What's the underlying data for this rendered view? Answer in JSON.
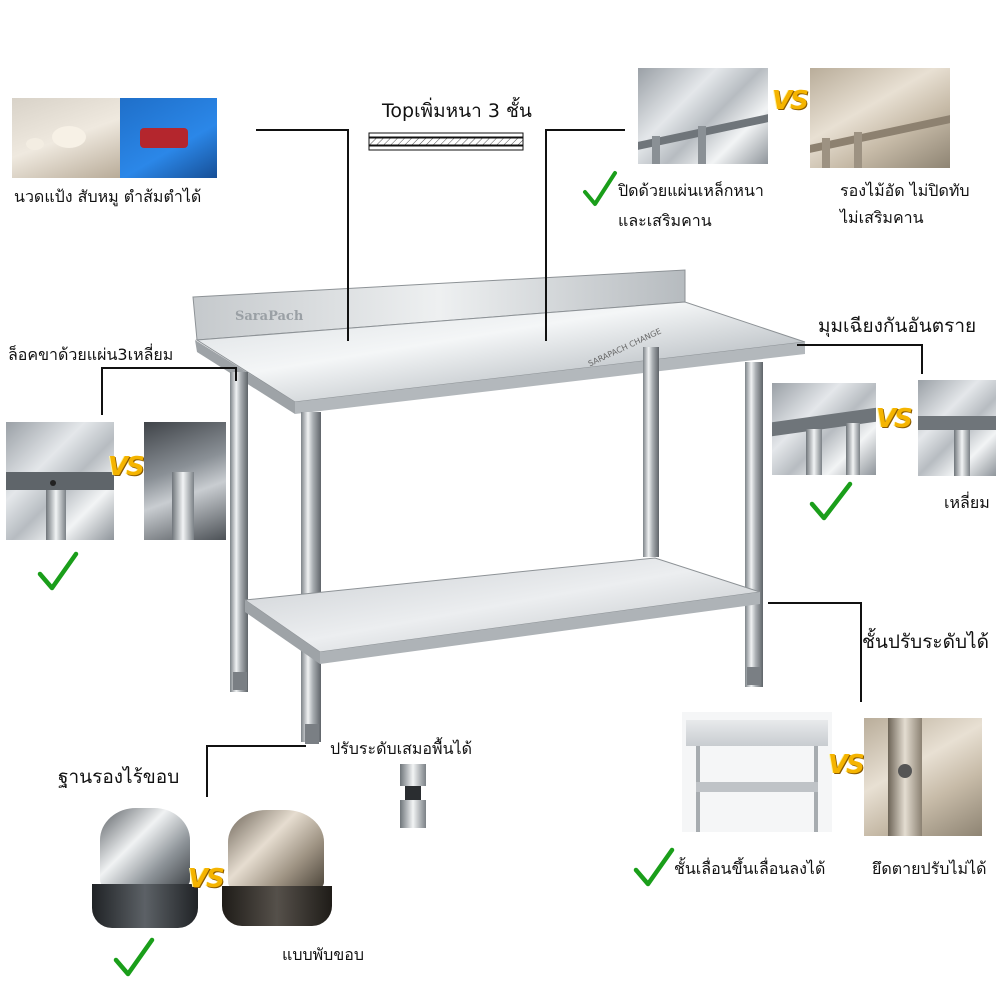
{
  "labels": {
    "top_thick": "Topเพิ่มหนา 3 ชั้น",
    "dough": "นวดแป้ง สับหมู ตำส้มตำได้",
    "cover_good_1": "ปิดด้วยแผ่นเหล็กหนา",
    "cover_good_2": "และเสริมคาน",
    "cover_bad_1": "รองไม้อัด ไม่ปิดทับ",
    "cover_bad_2": "ไม่เสริมคาน",
    "leg_lock": "ล็อคขาด้วยแผ่น3เหลี่ยม",
    "corner_title": "มุมเฉียงกันอันตราย",
    "corner_bad": "เหลี่ยม",
    "shelf_adjust": "ชั้นปรับระดับได้",
    "foot_adjust": "ปรับระดับเสมอพื้นได้",
    "base_title": "ฐานรองไร้ขอบ",
    "base_bad": "แบบพับขอบ",
    "shelf_good": "ชั้นเลื่อนขึ้นเลื่อนลงได้",
    "shelf_bad": "ยึดตายปรับไม่ได้",
    "vs": "VS",
    "brand": "SARAPACH CHANGE"
  },
  "icons": {
    "check": "check-mark-icon",
    "vs": "vs-badge-icon"
  },
  "colors": {
    "check_green": "#1a9e1a",
    "vs_yellow": "#f5b400",
    "line": "#111111"
  }
}
